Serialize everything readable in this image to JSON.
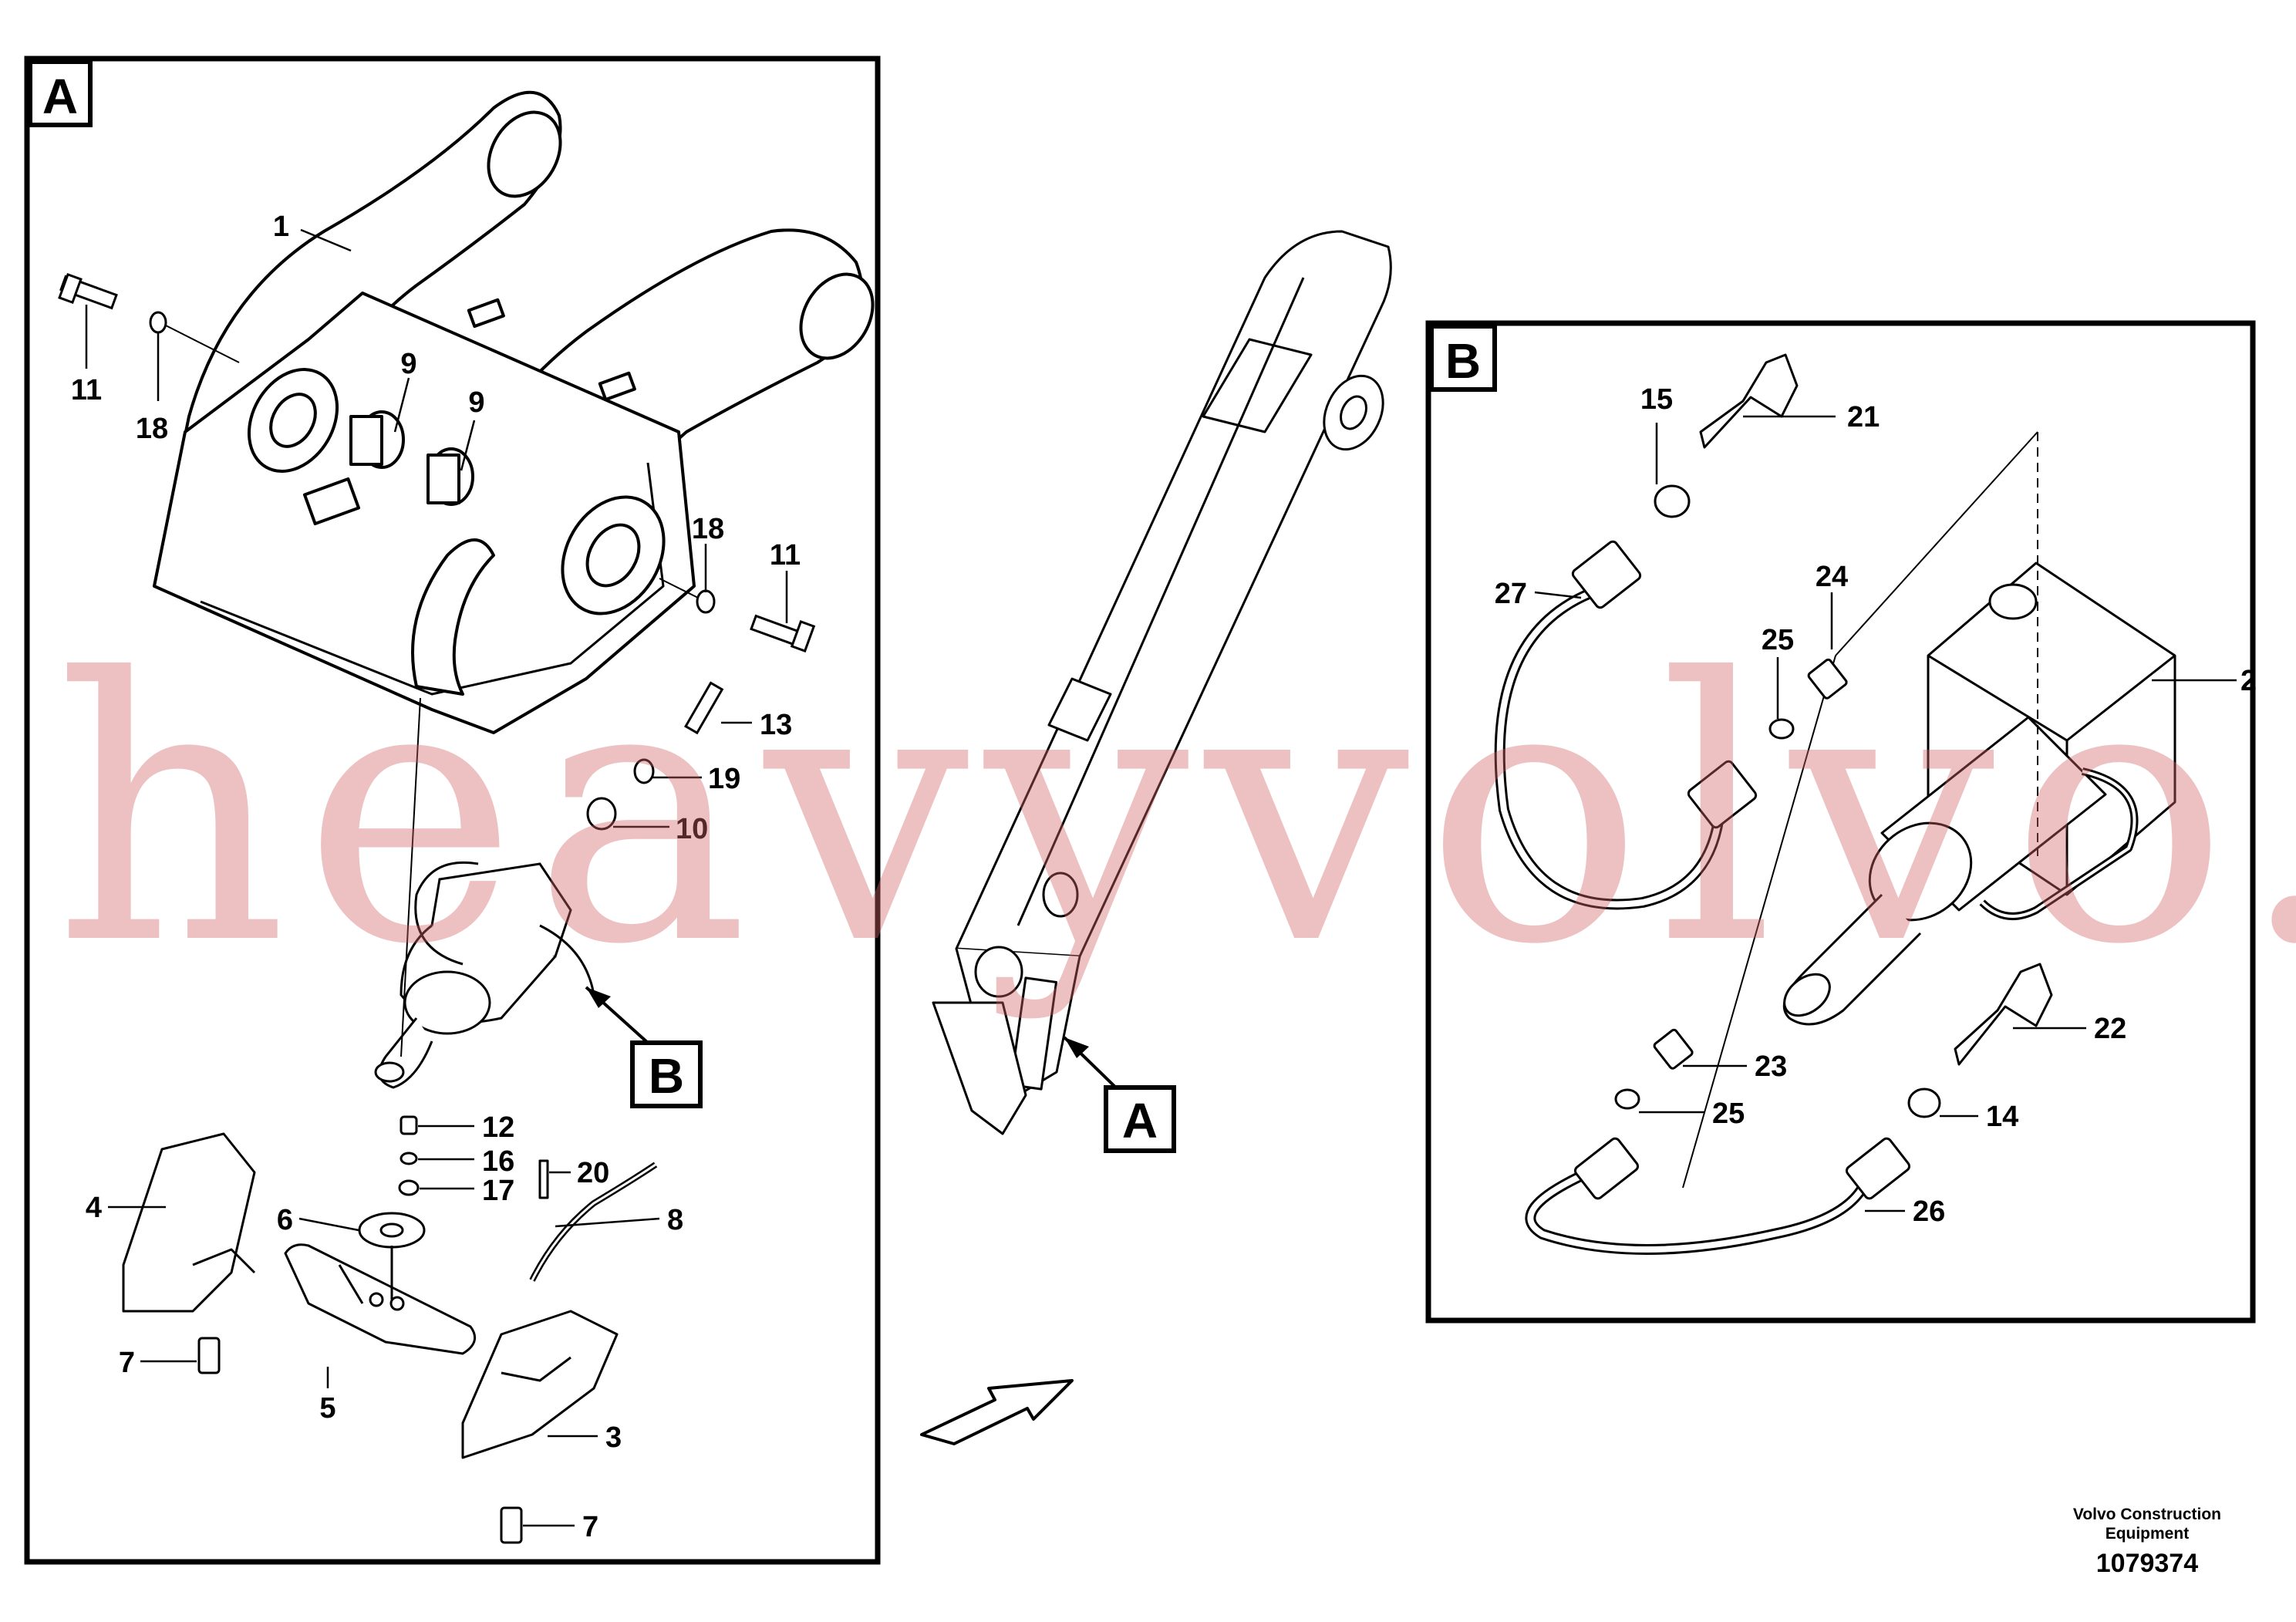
{
  "panels": [
    {
      "label": "A"
    },
    {
      "label": "B"
    }
  ],
  "callouts": {
    "to_A": "A",
    "to_B": "B"
  },
  "parts_A": {
    "p1": "1",
    "p11a": "11",
    "p18a": "18",
    "p9a": "9",
    "p9b": "9",
    "p18b": "18",
    "p11b": "11",
    "p13": "13",
    "p19": "19",
    "p10": "10",
    "p12": "12",
    "p16": "16",
    "p17": "17",
    "p20": "20",
    "p6": "6",
    "p4": "4",
    "p8": "8",
    "p7a": "7",
    "p5": "5",
    "p3": "3",
    "p7b": "7"
  },
  "parts_B": {
    "p15": "15",
    "p21": "21",
    "p27": "27",
    "p24": "24",
    "p25a": "25",
    "p2": "2",
    "p22": "22",
    "p23": "23",
    "p25b": "25",
    "p14": "14",
    "p26": "26"
  },
  "watermark": "heavyvolvo.com",
  "footer": {
    "brand_line1": "Volvo Construction",
    "brand_line2": "Equipment",
    "doc_number": "1079374"
  }
}
